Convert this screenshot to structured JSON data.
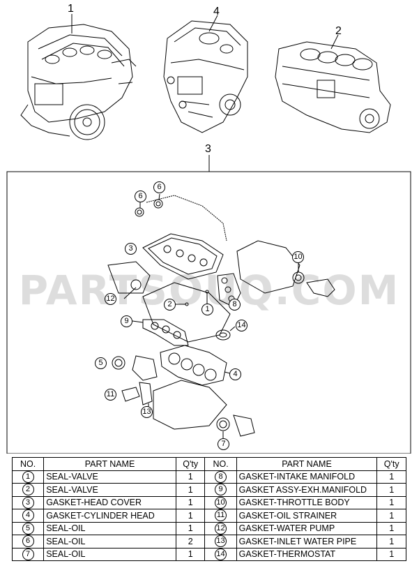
{
  "callouts": {
    "engine_full": "1",
    "engine_head": "4",
    "short_block": "2",
    "gasket_kit": "3"
  },
  "diagram_labels": [
    "6",
    "6",
    "3",
    "10",
    "12",
    "2",
    "1",
    "8",
    "9",
    "14",
    "5",
    "4",
    "11",
    "13",
    "7"
  ],
  "watermark": "PARTSOUQ.COM",
  "table": {
    "headers": {
      "no": "NO.",
      "part_name": "PART NAME",
      "qty": "Q'ty"
    },
    "left": [
      {
        "no": "1",
        "name": "SEAL-VALVE",
        "qty": "1"
      },
      {
        "no": "2",
        "name": "SEAL-VALVE",
        "qty": "1"
      },
      {
        "no": "3",
        "name": "GASKET-HEAD COVER",
        "qty": "1"
      },
      {
        "no": "4",
        "name": "GASKET-CYLINDER HEAD",
        "qty": "1"
      },
      {
        "no": "5",
        "name": "SEAL-OIL",
        "qty": "1"
      },
      {
        "no": "6",
        "name": "SEAL-OIL",
        "qty": "2"
      },
      {
        "no": "7",
        "name": "SEAL-OIL",
        "qty": "1"
      }
    ],
    "right": [
      {
        "no": "8",
        "name": "GASKET-INTAKE MANIFOLD",
        "qty": "1"
      },
      {
        "no": "9",
        "name": "GASKET ASSY-EXH.MANIFOLD",
        "qty": "1"
      },
      {
        "no": "10",
        "name": "GASKET-THROTTLE BODY",
        "qty": "1"
      },
      {
        "no": "11",
        "name": "GASKET-OIL STRAINER",
        "qty": "1"
      },
      {
        "no": "12",
        "name": "GASKET-WATER PUMP",
        "qty": "1"
      },
      {
        "no": "13",
        "name": "GASKET-INLET WATER PIPE",
        "qty": "1"
      },
      {
        "no": "14",
        "name": "GASKET-THERMOSTAT",
        "qty": "1"
      }
    ]
  }
}
